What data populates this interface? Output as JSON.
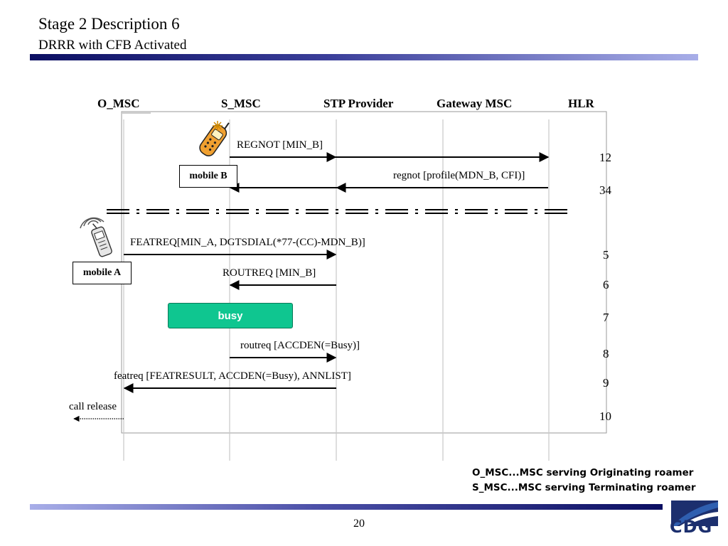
{
  "slide": {
    "title": "Stage 2 Description 6",
    "subtitle": "DRRR with CFB Activated",
    "page_number": "20"
  },
  "entities": [
    "O_MSC",
    "S_MSC",
    "STP Provider",
    "Gateway MSC",
    "HLR"
  ],
  "boxes": {
    "mobile_b": "mobile B",
    "mobile_a": "mobile A",
    "busy": "busy"
  },
  "messages": [
    {
      "label": "REGNOT [MIN_B]",
      "from": "S_MSC",
      "to": "HLR"
    },
    {
      "label": "regnot [profile(MDN_B, CFI)]",
      "from": "HLR",
      "to": "S_MSC"
    },
    {
      "label": "FEATREQ[MIN_A, DGTSDIAL(*77-(CC)-MDN_B)]",
      "from": "O_MSC",
      "to": "STP Provider"
    },
    {
      "label": "ROUTREQ [MIN_B]",
      "from": "STP Provider",
      "to": "S_MSC"
    },
    {
      "label": "routreq [ACCDEN(=Busy)]",
      "from": "S_MSC",
      "to": "STP Provider"
    },
    {
      "label": "featreq [FEATRESULT, ACCDEN(=Busy), ANNLIST]",
      "from": "STP Provider",
      "to": "O_MSC"
    },
    {
      "label": "call release",
      "from": "O_MSC",
      "to": "outside"
    }
  ],
  "step_numbers": [
    "12",
    "34",
    "5",
    "6",
    "7",
    "8",
    "9",
    "10"
  ],
  "legend": [
    "O_MSC...MSC serving Originating roamer",
    "S_MSC...MSC serving Terminating roamer"
  ],
  "logo": {
    "text": "CDG",
    "colors": {
      "navy": "#1c2f6e",
      "blue": "#2f5fb0"
    }
  },
  "colors": {
    "busy_fill": "#0fc690",
    "lifeline": "#c8c8c8",
    "frame": "#9a9a9a"
  }
}
